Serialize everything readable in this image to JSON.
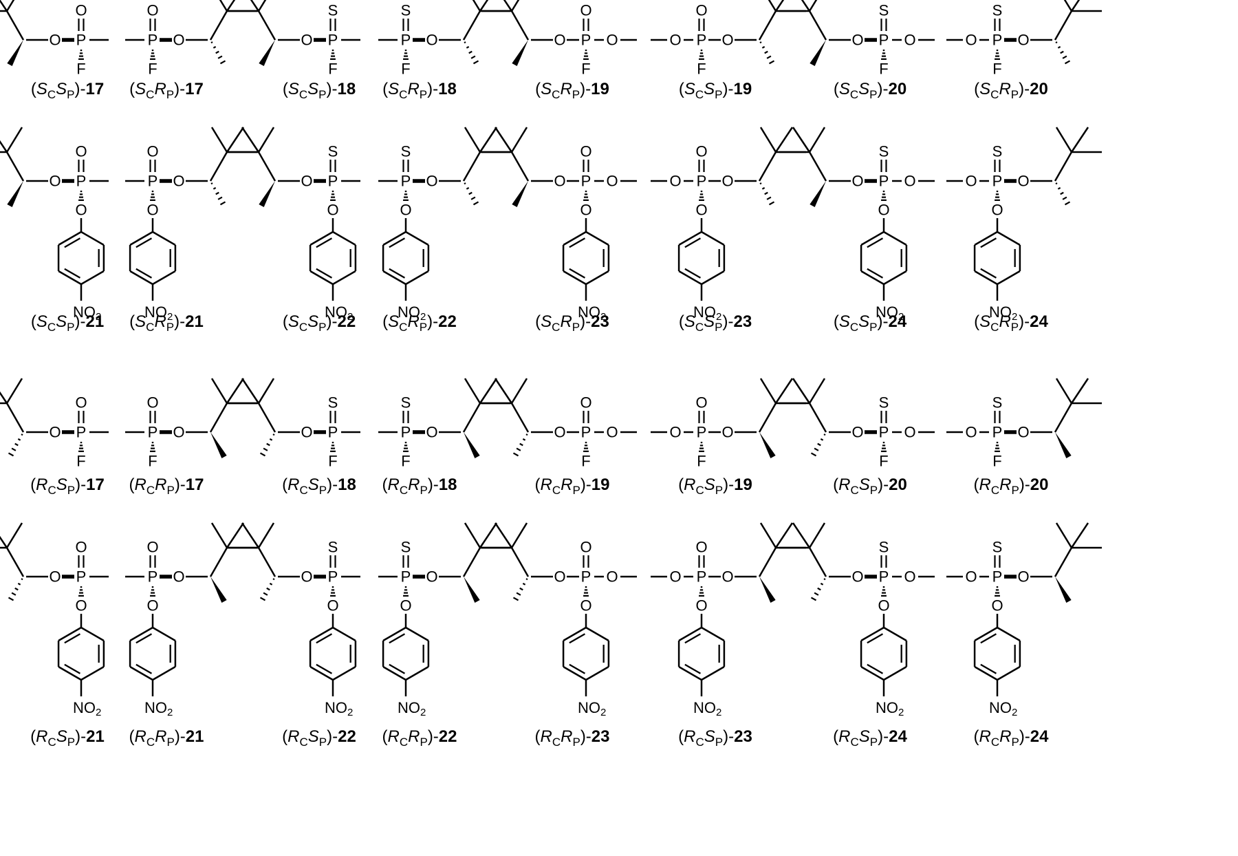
{
  "atoms": {
    "oxygen": "O",
    "phosphorus": "P",
    "sulfur": "S",
    "fluorine": "F",
    "nitro_main": "NO",
    "nitro_sub": "2"
  },
  "label_parts": {
    "open": "(",
    "close": ")-",
    "carbon_sub": "C",
    "phosphorus_sub": "P",
    "S": "S",
    "R": "R"
  },
  "rows": [
    {
      "type": "fluoro",
      "compounds": [
        {
          "ring": "left",
          "dbl": "O",
          "c": "S",
          "p": "S",
          "num": "17",
          "met": false
        },
        {
          "ring": "right",
          "dbl": "O",
          "c": "S",
          "p": "R",
          "num": "17",
          "met": false
        },
        {
          "ring": "left",
          "dbl": "S",
          "c": "S",
          "p": "S",
          "num": "18",
          "met": false
        },
        {
          "ring": "right",
          "dbl": "S",
          "c": "S",
          "p": "R",
          "num": "18",
          "met": false
        },
        {
          "ring": "left",
          "dbl": "O",
          "c": "S",
          "p": "R",
          "num": "19",
          "met": true
        },
        {
          "ring": "right",
          "dbl": "O",
          "c": "S",
          "p": "S",
          "num": "19",
          "met": true
        },
        {
          "ring": "left",
          "dbl": "S",
          "c": "S",
          "p": "S",
          "num": "20",
          "met": true
        },
        {
          "ring": "right",
          "dbl": "S",
          "c": "S",
          "p": "R",
          "num": "20",
          "met": true
        }
      ]
    },
    {
      "type": "aryl",
      "compounds": [
        {
          "ring": "left",
          "dbl": "O",
          "c": "S",
          "p": "S",
          "num": "21",
          "met": false
        },
        {
          "ring": "right",
          "dbl": "O",
          "c": "S",
          "p": "R",
          "num": "21",
          "met": false
        },
        {
          "ring": "left",
          "dbl": "S",
          "c": "S",
          "p": "S",
          "num": "22",
          "met": false
        },
        {
          "ring": "right",
          "dbl": "S",
          "c": "S",
          "p": "R",
          "num": "22",
          "met": false
        },
        {
          "ring": "left",
          "dbl": "O",
          "c": "S",
          "p": "R",
          "num": "23",
          "met": true
        },
        {
          "ring": "right",
          "dbl": "O",
          "c": "S",
          "p": "S",
          "num": "23",
          "met": true
        },
        {
          "ring": "left",
          "dbl": "S",
          "c": "S",
          "p": "S",
          "num": "24",
          "met": true
        },
        {
          "ring": "right",
          "dbl": "S",
          "c": "S",
          "p": "R",
          "num": "24",
          "met": true
        }
      ]
    },
    {
      "type": "fluoro",
      "compounds": [
        {
          "ring": "left",
          "dbl": "O",
          "c": "R",
          "p": "S",
          "num": "17",
          "met": false
        },
        {
          "ring": "right",
          "dbl": "O",
          "c": "R",
          "p": "R",
          "num": "17",
          "met": false
        },
        {
          "ring": "left",
          "dbl": "S",
          "c": "R",
          "p": "S",
          "num": "18",
          "met": false
        },
        {
          "ring": "right",
          "dbl": "S",
          "c": "R",
          "p": "R",
          "num": "18",
          "met": false
        },
        {
          "ring": "left",
          "dbl": "O",
          "c": "R",
          "p": "R",
          "num": "19",
          "met": true
        },
        {
          "ring": "right",
          "dbl": "O",
          "c": "R",
          "p": "S",
          "num": "19",
          "met": true
        },
        {
          "ring": "left",
          "dbl": "S",
          "c": "R",
          "p": "S",
          "num": "20",
          "met": true
        },
        {
          "ring": "right",
          "dbl": "S",
          "c": "R",
          "p": "R",
          "num": "20",
          "met": true
        }
      ]
    },
    {
      "type": "aryl",
      "compounds": [
        {
          "ring": "left",
          "dbl": "O",
          "c": "R",
          "p": "S",
          "num": "21",
          "met": false
        },
        {
          "ring": "right",
          "dbl": "O",
          "c": "R",
          "p": "R",
          "num": "21",
          "met": false
        },
        {
          "ring": "left",
          "dbl": "S",
          "c": "R",
          "p": "S",
          "num": "22",
          "met": false
        },
        {
          "ring": "right",
          "dbl": "S",
          "c": "R",
          "p": "R",
          "num": "22",
          "met": false
        },
        {
          "ring": "left",
          "dbl": "O",
          "c": "R",
          "p": "R",
          "num": "23",
          "met": true
        },
        {
          "ring": "right",
          "dbl": "O",
          "c": "R",
          "p": "S",
          "num": "23",
          "met": true
        },
        {
          "ring": "left",
          "dbl": "S",
          "c": "R",
          "p": "S",
          "num": "24",
          "met": true
        },
        {
          "ring": "right",
          "dbl": "S",
          "c": "R",
          "p": "R",
          "num": "24",
          "met": true
        }
      ]
    }
  ]
}
